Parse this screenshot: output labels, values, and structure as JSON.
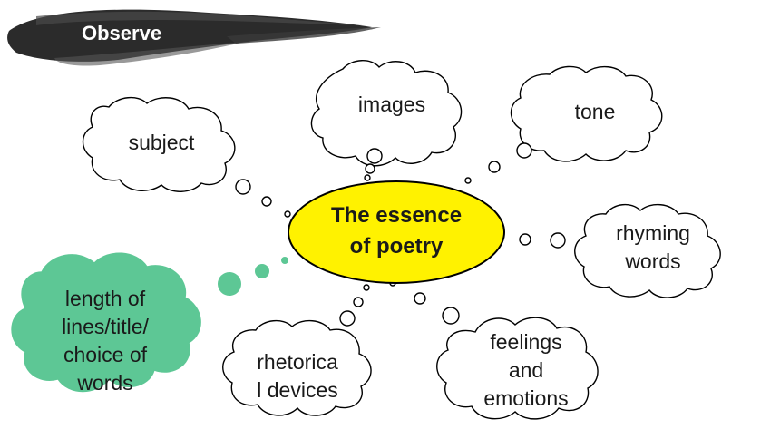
{
  "title": "Observe",
  "center": {
    "line1": "The essence",
    "line2": "of poetry"
  },
  "clouds": {
    "subject": {
      "line1": "subject"
    },
    "images": {
      "line1": "images"
    },
    "tone": {
      "line1": "tone"
    },
    "rhyming": {
      "line1": "rhyming",
      "line2": "words"
    },
    "feelings": {
      "line1": "feelings",
      "line2": "and",
      "line3": "emotions"
    },
    "devices": {
      "line1": "rhetorica",
      "line2": "l devices"
    },
    "length": {
      "line1": "length of",
      "line2": "lines/title/",
      "line3": "choice of",
      "line4": "words"
    }
  },
  "colors": {
    "center_fill": "#fff200",
    "highlight_cloud": "#5dc795",
    "outline": "#000000",
    "brush": "#2b2b2b"
  }
}
